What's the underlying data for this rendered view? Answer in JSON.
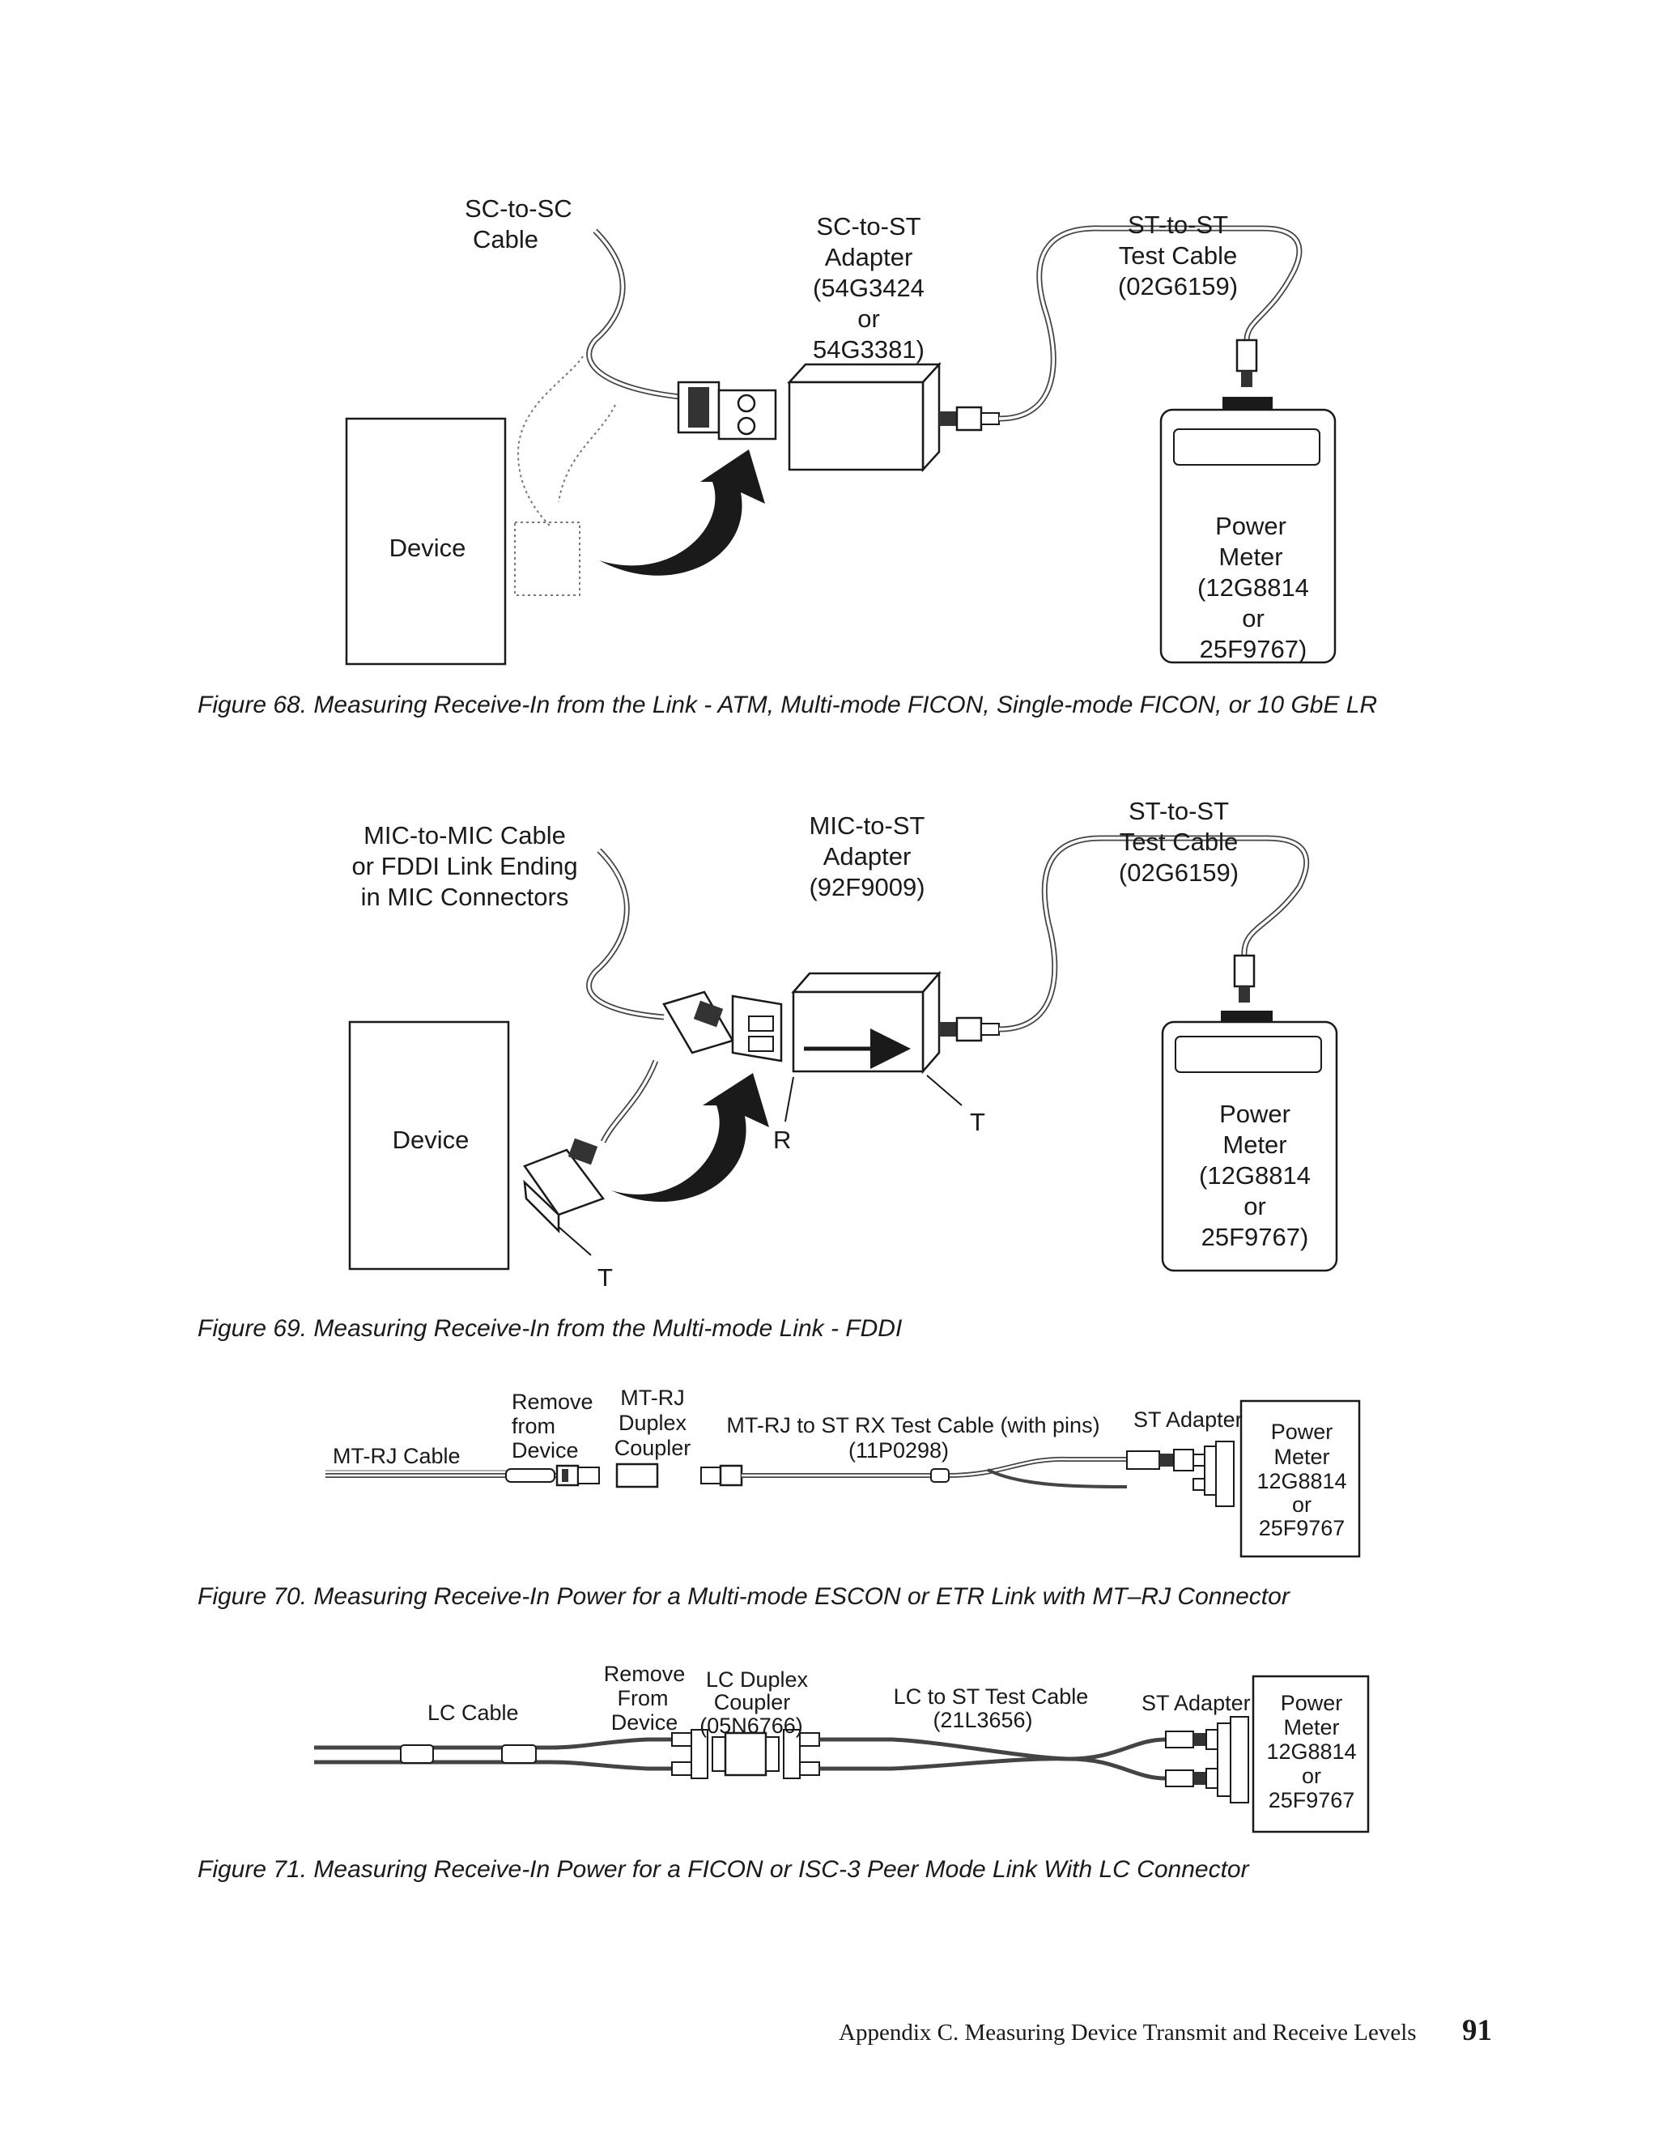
{
  "fig68": {
    "sc_cable": [
      "SC-to-SC",
      "Cable"
    ],
    "adapter": [
      "SC-to-ST",
      "Adapter",
      "(54G3424",
      "or",
      "54G3381)"
    ],
    "test_cable": [
      "ST-to-ST",
      "Test Cable",
      "(02G6159)"
    ],
    "device": "Device",
    "meter": [
      "Power",
      "Meter",
      "(12G8814",
      "or",
      "25F9767)"
    ],
    "caption": "Figure 68. Measuring Receive-In from the Link - ATM, Multi-mode FICON, Single-mode FICON, or 10 GbE LR"
  },
  "fig69": {
    "mic_cable": [
      "MIC-to-MIC Cable",
      "or FDDI Link Ending",
      "in MIC Connectors"
    ],
    "adapter": [
      "MIC-to-ST",
      "Adapter",
      "(92F9009)"
    ],
    "test_cable": [
      "ST-to-ST",
      "Test Cable",
      "(02G6159)"
    ],
    "device": "Device",
    "meter": [
      "Power",
      "Meter",
      "(12G8814",
      "or",
      "25F9767)"
    ],
    "label_r": "R",
    "label_t1": "T",
    "label_t2": "T",
    "caption": "Figure 69. Measuring Receive-In from the Multi-mode Link - FDDI"
  },
  "fig70": {
    "remove": [
      "Remove",
      "from",
      "Device"
    ],
    "coupler": [
      "MT-RJ",
      "Duplex",
      "Coupler"
    ],
    "mtrj_cable": "MT-RJ Cable",
    "test_cable": [
      "MT-RJ to ST RX Test Cable (with pins)",
      "(11P0298)"
    ],
    "st_adapter": "ST Adapter",
    "meter": [
      "Power",
      "Meter",
      "12G8814",
      "or",
      "25F9767"
    ],
    "caption": "Figure 70. Measuring Receive-In Power for a Multi-mode ESCON or ETR Link with MT–RJ Connector"
  },
  "fig71": {
    "lc_cable": "LC Cable",
    "remove": [
      "Remove",
      "From",
      "Device"
    ],
    "coupler": [
      "LC Duplex",
      "Coupler",
      "(05N6766)"
    ],
    "test_cable": [
      "LC to ST Test Cable",
      "(21L3656)"
    ],
    "st_adapter": "ST Adapter",
    "meter": [
      "Power",
      "Meter",
      "12G8814",
      "or",
      "25F9767"
    ],
    "caption": "Figure 71. Measuring Receive-In Power for a FICON or ISC-3 Peer Mode Link With LC Connector"
  },
  "footer": {
    "text": "Appendix C. Measuring Device Transmit and Receive Levels",
    "page_number": "91"
  }
}
